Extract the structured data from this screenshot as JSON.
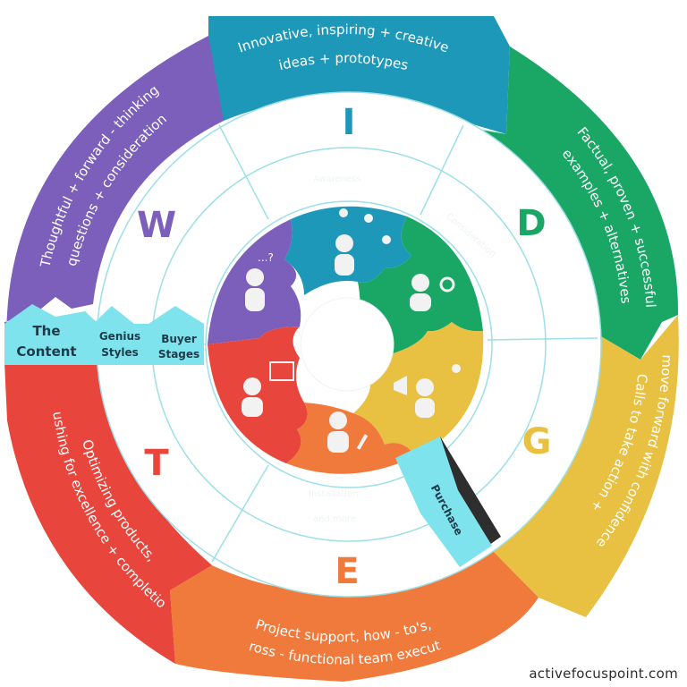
{
  "segments": [
    {
      "key": "I",
      "letter": "I",
      "color": "#1e98b8",
      "desc_lines": [
        "Innovative, inspiring + creative",
        "ideas + prototypes"
      ]
    },
    {
      "key": "D",
      "letter": "D",
      "color": "#1aa765",
      "desc_lines": [
        "Factual, proven + successful",
        "examples + alternatives"
      ]
    },
    {
      "key": "G",
      "letter": "G",
      "color": "#e8c042",
      "desc_lines": [
        "Calls to take action +",
        "move forward with confidence"
      ]
    },
    {
      "key": "E",
      "letter": "E",
      "color": "#f07a3c",
      "desc_lines": [
        "Project support, how - to's,",
        "+ cross - functional team execution"
      ]
    },
    {
      "key": "T",
      "letter": "T",
      "color": "#e8453c",
      "desc_lines": [
        "Optimizing products,",
        "pushing for excellence + completion"
      ]
    },
    {
      "key": "W",
      "letter": "W",
      "color": "#7b5fba",
      "desc_lines": [
        "Thoughtful + forward - thinking",
        "questions + consideration"
      ]
    }
  ],
  "ring_labels": {
    "content": [
      "The",
      "Content"
    ],
    "genius": [
      "Genius",
      "Styles"
    ],
    "buyer": [
      "Buyer",
      "Stages"
    ]
  },
  "purchase_label": "Purchase",
  "footer_text": "activefocuspoint.com",
  "colors": {
    "ring_line": "#9ddfe6",
    "label_bg": "#7fe3ee",
    "pointer": "#2e2e2e"
  }
}
